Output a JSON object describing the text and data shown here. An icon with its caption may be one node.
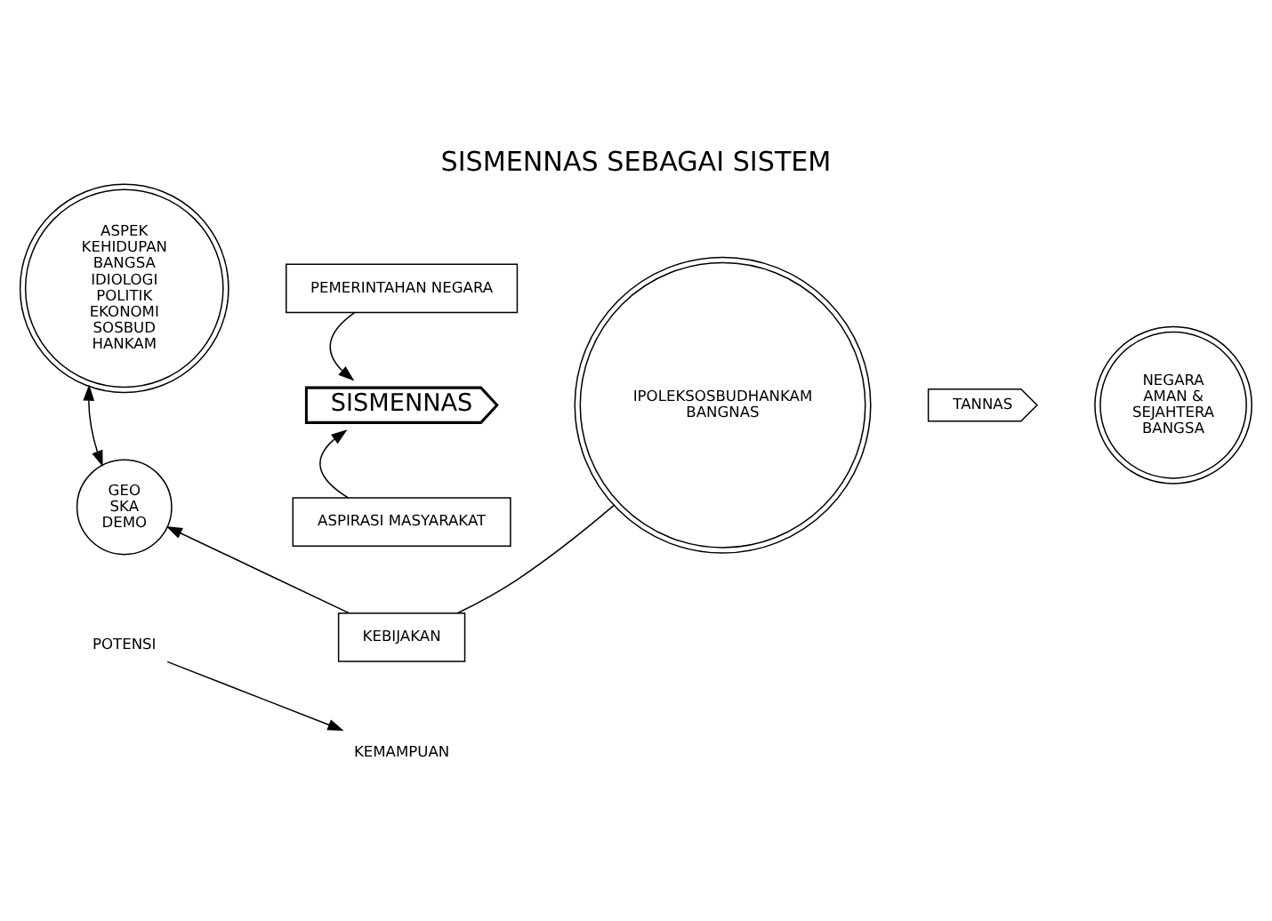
{
  "diagram": {
    "title": "SISMENNAS SEBAGAI SISTEM",
    "nodes": [
      {
        "text": [
          "ASPEK KEHIDUPAN BANGSA",
          "IDIOLOGI POLITIK EKONOMI SOSBUD HANKAM"
        ]
      },
      {
        "text": [
          "GEO",
          "SKA",
          "DEMO"
        ]
      },
      {
        "text": [
          "PEMERINTAHAN NEGARA"
        ]
      },
      {
        "text": [
          "SISMENNAS"
        ]
      },
      {
        "text": [
          "ASPIRASI MASYARAKAT"
        ]
      },
      {
        "text": [
          "IPOLEKSOSBUDHANKAM",
          "BANGNAS"
        ]
      },
      {
        "text": [
          "TANNAS"
        ]
      },
      {
        "text": [
          "NEGARA",
          "AMAN & SEJAHTERA",
          "BANGSA"
        ]
      },
      {
        "text": [
          "KEBIJAKAN"
        ]
      },
      {
        "text": [
          "POTENSI"
        ]
      },
      {
        "text": [
          "KEMAMPUAN"
        ]
      }
    ],
    "edges": [
      {
        "from": 0,
        "to": 1,
        "arrow": "both"
      },
      {
        "from": 2,
        "to": 3,
        "arrow": "to"
      },
      {
        "from": 4,
        "to": 3,
        "arrow": "to"
      },
      {
        "from": 5,
        "to": 8,
        "arrow": "none"
      },
      {
        "from": 8,
        "to": 1,
        "arrow": "to"
      },
      {
        "from": 9,
        "to": 10,
        "arrow": "to"
      }
    ]
  }
}
